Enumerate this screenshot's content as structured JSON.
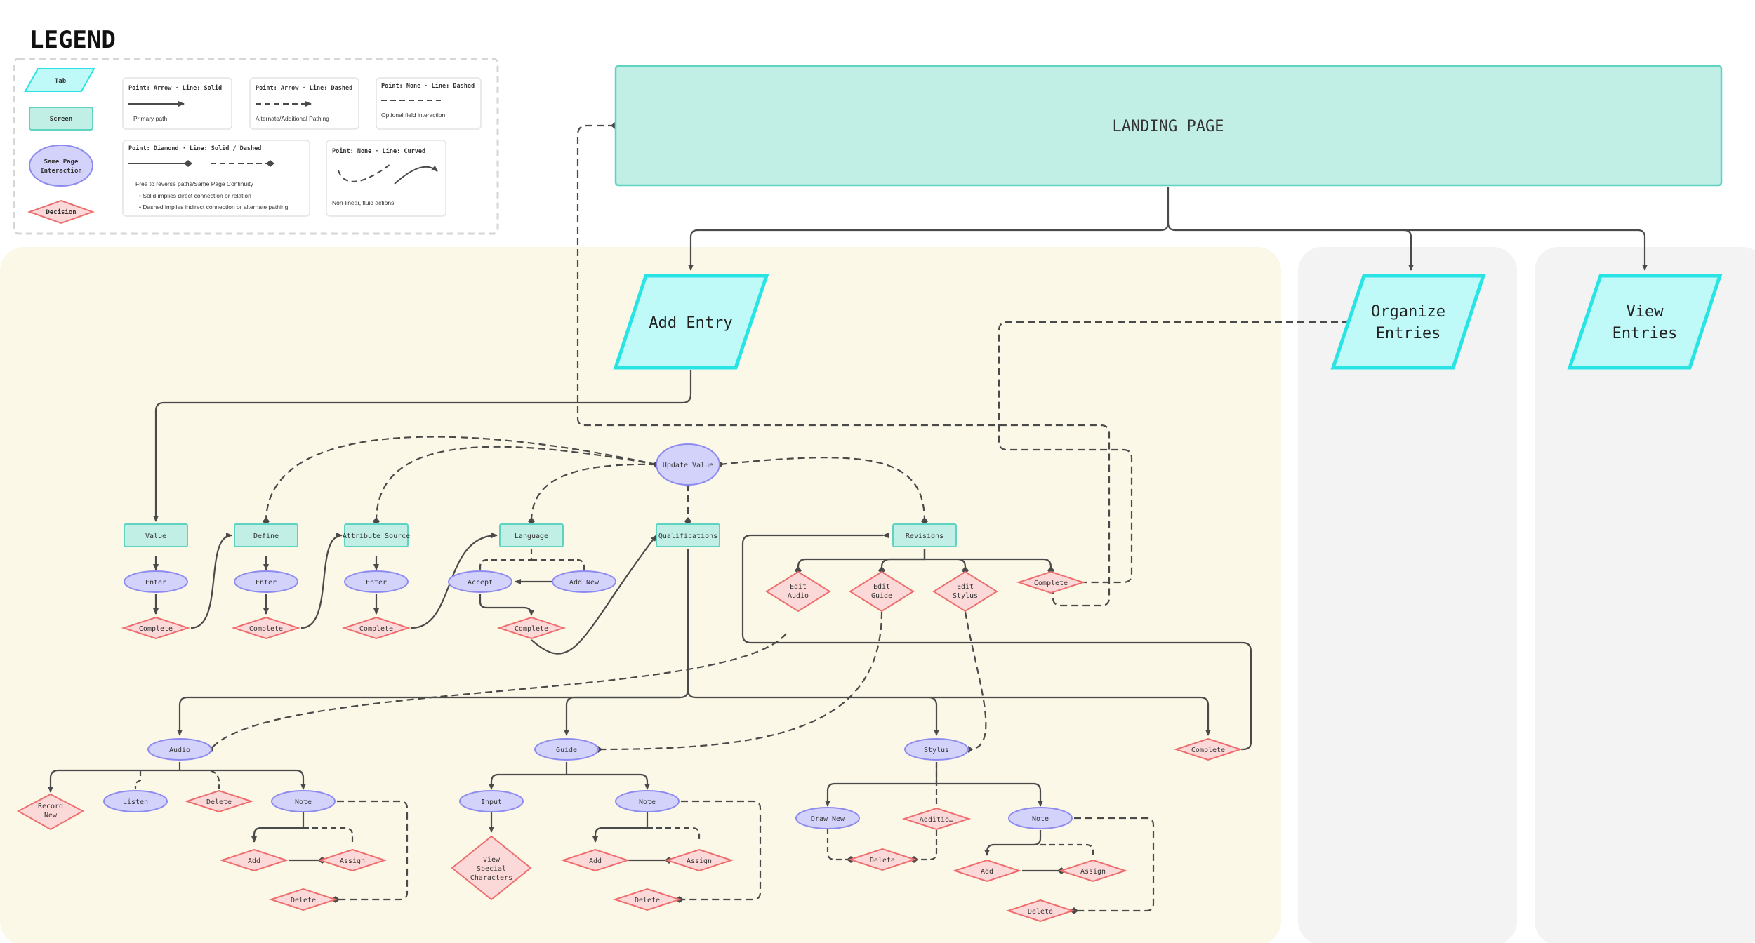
{
  "legend": {
    "title": "LEGEND",
    "tab": "Tab",
    "screen": "Screen",
    "same_page_line1": "Same Page",
    "same_page_line2": "Interaction",
    "decision": "Decision",
    "card1_head_a": "Point: Arrow",
    "card1_head_b": "Line: Solid",
    "card1_note": "Primary path",
    "card2_head_a": "Point: Arrow",
    "card2_head_b": "Line: Dashed",
    "card2_note": "Alternate/Additional Pathing",
    "card3_head_a": "Point: None",
    "card3_head_b": "Line: Dashed",
    "card3_note": "Optional field interaction",
    "card4_head_a": "Point: Diamond",
    "card4_head_b": "Line: Solid / Dashed",
    "card4_note": "Free to reverse paths/Same Page Continuity",
    "card4_bullet1": "Solid implies direct connection or relation",
    "card4_bullet2": "Dashed implies indirect connection or alternate pathing",
    "card5_head_a": "Point: None",
    "card5_head_b": "Line: Curved",
    "card5_note": "Non-linear, fluid actions"
  },
  "landing": {
    "label": "LANDING PAGE"
  },
  "tabs": {
    "add_entry": "Add Entry",
    "organize_line1": "Organize",
    "organize_line2": "Entries",
    "view_line1": "View",
    "view_line2": "Entries"
  },
  "screens": {
    "value": "Value",
    "define": "Define",
    "attribute_source": "Attribute Source",
    "language": "Language",
    "qualifications": "Qualifications",
    "revisions": "Revisions"
  },
  "interactions": {
    "update_value": "Update Value",
    "enter": "Enter",
    "accept": "Accept",
    "add_new": "Add New",
    "audio": "Audio",
    "guide": "Guide",
    "stylus": "Stylus",
    "listen": "Listen",
    "note": "Note",
    "input": "Input",
    "draw_new": "Draw New"
  },
  "decisions": {
    "complete": "Complete",
    "edit": "Edit",
    "audio": "Audio",
    "guide": "Guide",
    "stylus": "Stylus",
    "record": "Record",
    "new": "New",
    "delete": "Delete",
    "add": "Add",
    "assign": "Assign",
    "view": "View",
    "special": "Special",
    "characters": "Characters",
    "additional": "Additio…"
  },
  "colors": {
    "tab_fill": "#bff9f8",
    "tab_stroke": "#29e4e4",
    "screen_fill": "#c1efe6",
    "screen_stroke": "#5fd3c2",
    "interaction_fill": "#d3d2fb",
    "interaction_stroke": "#8e8bf0",
    "decision_fill": "#fcd9d9",
    "decision_stroke": "#ee6e6e",
    "add_entry_zone": "#fcf8e8",
    "other_zone": "#f3f3f3",
    "line": "#4a4a4a"
  }
}
